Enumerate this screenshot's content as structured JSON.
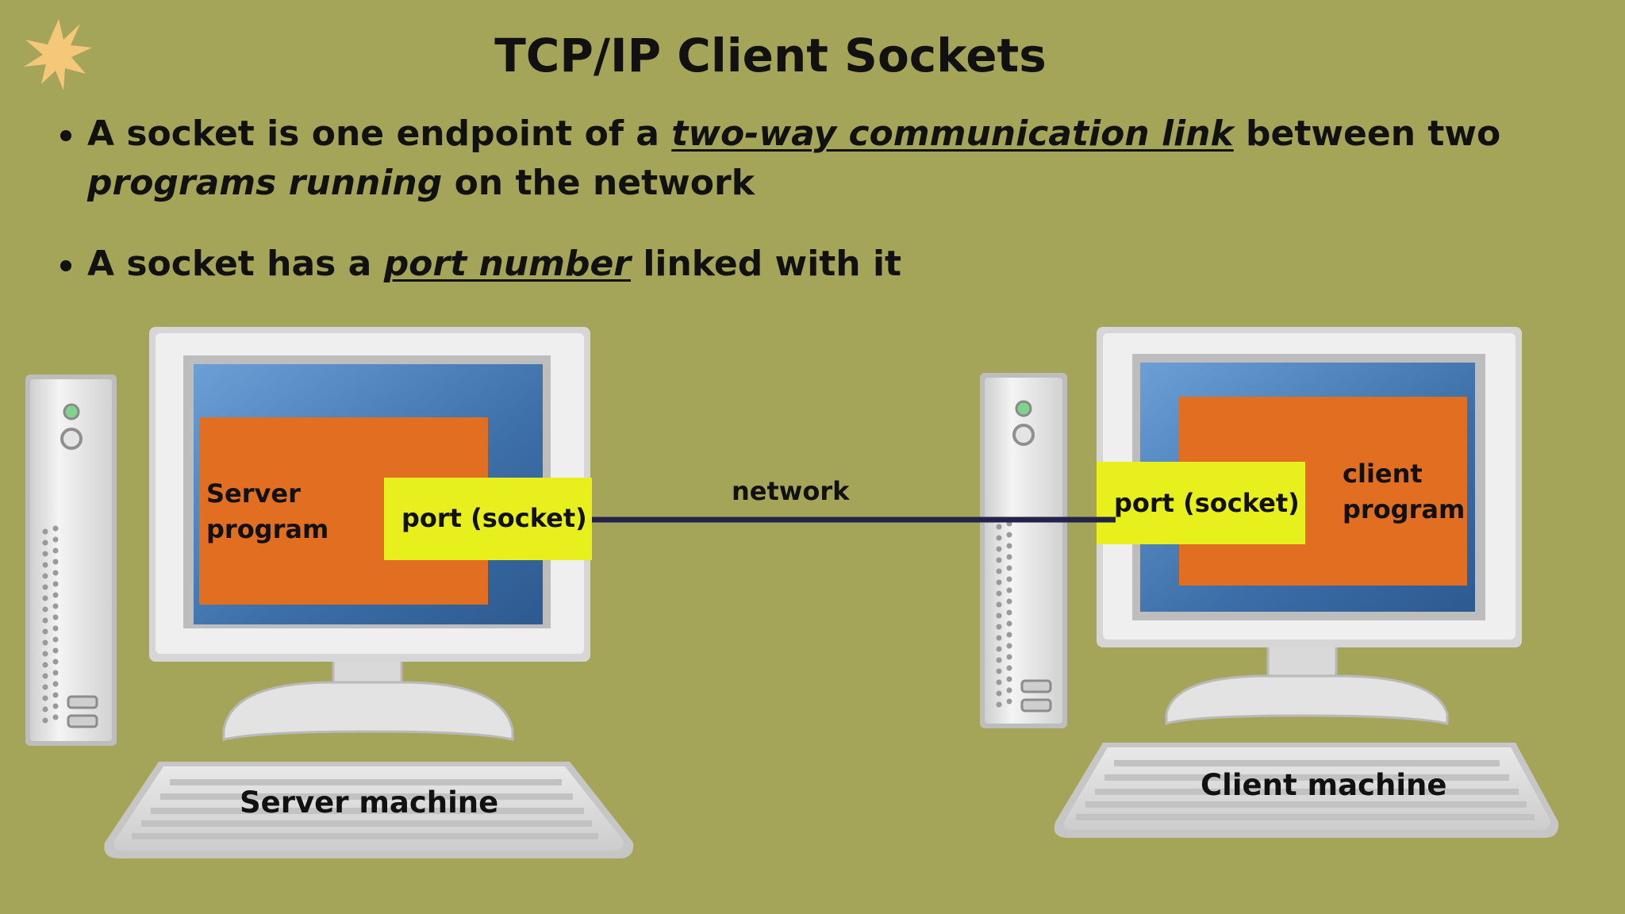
{
  "slide": {
    "title": "TCP/IP Client Sockets",
    "bullets": [
      {
        "prefix": "A socket is one endpoint of a ",
        "term1": "two-way communication link",
        "middle": " between two ",
        "term2": "programs running",
        "suffix": " on the network"
      },
      {
        "prefix": "A socket has a ",
        "term1": "port number",
        "suffix": " linked with it"
      }
    ]
  },
  "diagram": {
    "server": {
      "program_line1": "Server",
      "program_line2": "program",
      "port_label": "port (socket)",
      "machine_label": "Server machine"
    },
    "client": {
      "program_line1": "client",
      "program_line2": "program",
      "port_label": "port (socket)",
      "machine_label": "Client machine"
    },
    "network_label": "network"
  },
  "colors": {
    "background": "#a5a559",
    "program_box": "#e26e22",
    "port_box": "#e7ef1c",
    "network_line": "#22224a",
    "screen": "#3c6ea8",
    "accent_star": "#f4c878"
  }
}
